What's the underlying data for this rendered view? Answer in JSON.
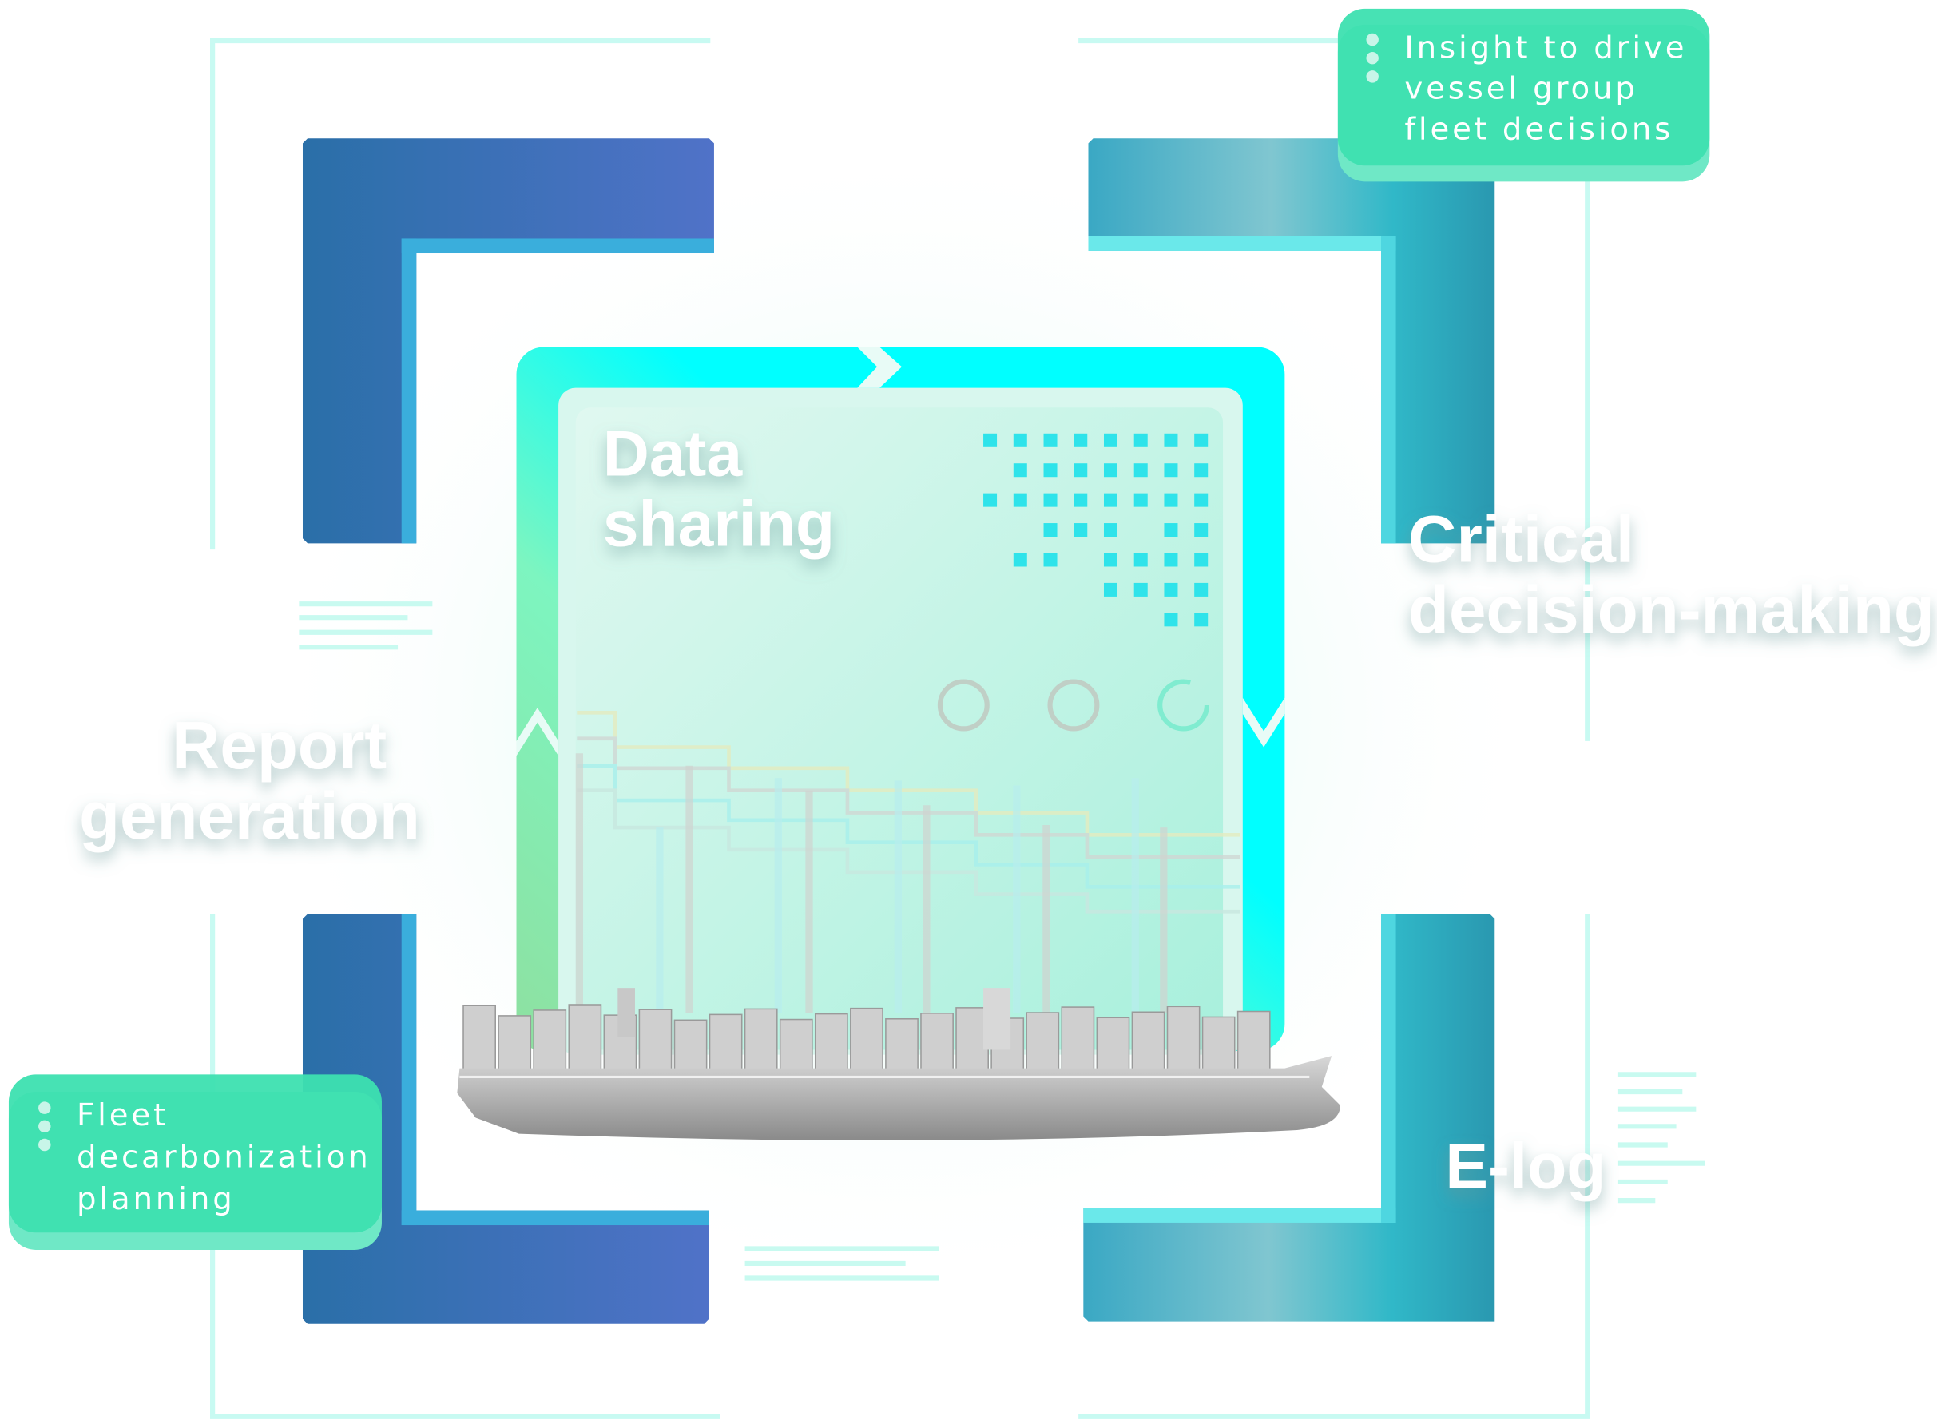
{
  "labels": {
    "data_sharing": [
      "Data",
      "sharing"
    ],
    "critical": [
      "Critical",
      "decision-making"
    ],
    "report": [
      "Report",
      "generation"
    ],
    "elog": "E-log"
  },
  "callouts": {
    "top_right": [
      "Insight to drive",
      "vessel group",
      "fleet decisions"
    ],
    "bottom_left": [
      "Fleet",
      "decarbonization",
      "planning"
    ]
  },
  "icons": {
    "callout_marker": "vertical-dots-icon",
    "ship": "container-ship-illustration"
  },
  "colors": {
    "callout": "#3de0b0",
    "blue_frame": "#2f6fae",
    "teal_frame": "#2aa8c0",
    "cyan": "#00ffff",
    "mint": "#7df5c0",
    "dots": "#2ee3ea"
  }
}
